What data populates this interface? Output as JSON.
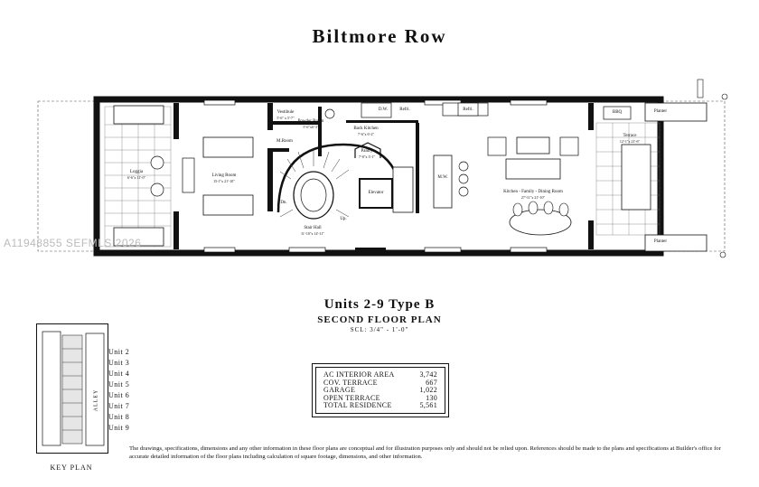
{
  "header": {
    "title": "Biltmore Row"
  },
  "rooms": {
    "loggia": {
      "name": "Loggia",
      "dims": "6'-6\"x 11'-0\""
    },
    "vestibule": {
      "name": "Vestibule",
      "dims": "5'-6\" x 5'-7\""
    },
    "powder": {
      "name": "Powder Room",
      "dims": "5'-6\"x6'-3\""
    },
    "back_kitchen": {
      "name": "Back Kitchen",
      "dims": "7'-6\"x 6'-2\""
    },
    "pantry": {
      "name": "Pantry",
      "dims": "7'-0\"x 3'-1\""
    },
    "mroom": {
      "name": "M.Room"
    },
    "living": {
      "name": "Living Room",
      "dims": "15-1\"x 21'-10\""
    },
    "stair": {
      "name": "Stair Hall",
      "dims": "11'-10\"x 14'-11\""
    },
    "elevator": {
      "name": "Elevator"
    },
    "kitchen": {
      "name": "Kitchen - Family - Dining Room",
      "dims": "27'-11\"x 21'-10\""
    },
    "terrace": {
      "name": "Terrace",
      "dims": "12'-1\"x 21'-6\""
    },
    "planter_top": "Planter",
    "planter_bottom": "Planter",
    "dw": "D.W.",
    "refri1": "Refri.",
    "refri2": "Refri.",
    "mw": "M.W.",
    "bbq": "BBQ",
    "dn": "Dn.",
    "up": "Up."
  },
  "plan_info": {
    "unit_title": "Units 2-9 Type B",
    "subtitle": "SECOND FLOOR PLAN",
    "scale": "SCL: 3/4\" - 1'-0\""
  },
  "areas": [
    {
      "label": "AC INTERIOR AREA",
      "value": "3,742"
    },
    {
      "label": "COV. TERRACE",
      "value": "667"
    },
    {
      "label": "GARAGE",
      "value": "1,022"
    },
    {
      "label": "OPEN TERRACE",
      "value": "130"
    },
    {
      "label": "TOTAL RESIDENCE",
      "value": "5,561"
    }
  ],
  "key_plan": {
    "label": "KEY PLAN",
    "alley": "ALLEY",
    "units": [
      "Unit 2",
      "Unit 3",
      "Unit 4",
      "Unit 5",
      "Unit 6",
      "Unit 7",
      "Unit 8",
      "Unit 9"
    ]
  },
  "disclaimer": "The drawings, specifications, dimensions and any other information in these floor plans are conceptual and for illustration purposes only and should not be relied upon. References should be made to the plans and specifications at Builder's office for accurate detailed information of the floor plans including calculation of square footage, dimensions, and other information.",
  "watermark": "A11948855 SEFMLS 2026"
}
